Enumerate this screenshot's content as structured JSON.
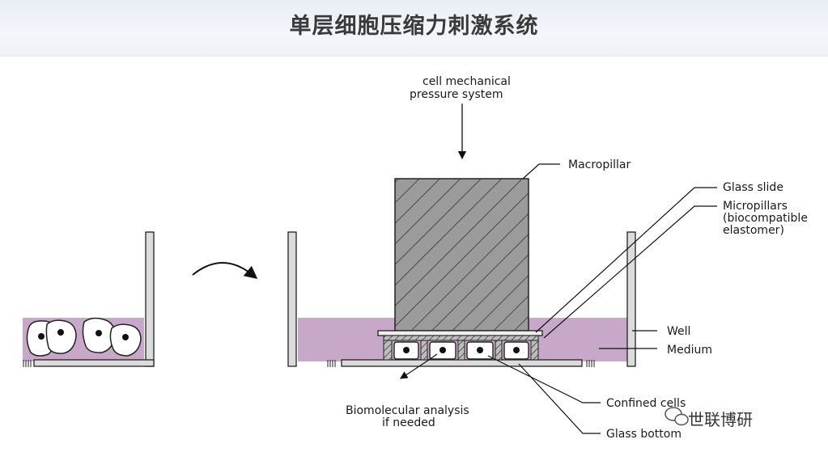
{
  "title": "单层细胞压缩力刺激系统",
  "labels": {
    "pressure_system_line1": "cell mechanical",
    "pressure_system_line2": "pressure system",
    "macropillar": "Macropillar",
    "glass_slide": "Glass slide",
    "micropillars_line1": "Micropillars",
    "micropillars_line2": "(biocompatible",
    "micropillars_line3": "elastomer)",
    "well": "Well",
    "medium": "Medium",
    "confined_cells": "Confined cells",
    "glass_bottom": "Glass bottom",
    "biomolecular_line1": "Biomolecular analysis",
    "biomolecular_line2": "if needed"
  },
  "watermark": "世联博研",
  "colors": {
    "medium": "#c8a8c8",
    "pillar": "#9a9a9a",
    "well_wall": "#d8d8d8",
    "header_text": "#3a3a3a"
  }
}
